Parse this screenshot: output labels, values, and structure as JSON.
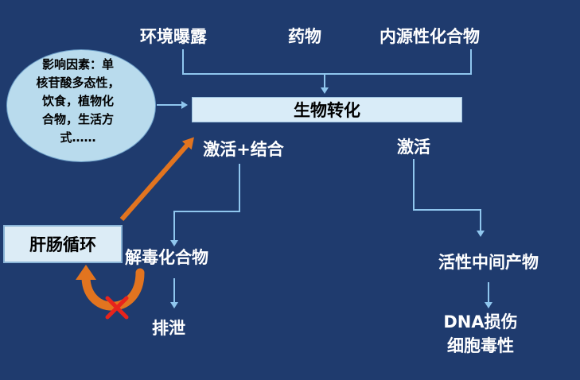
{
  "sources": [
    "环境曝露",
    "药物",
    "内源性化合物"
  ],
  "factors": [
    "影响因素：单",
    "核苷酸多态性，",
    "饮食，植物化",
    "合物，生活方",
    "式……"
  ],
  "process": "生物转化",
  "left_branch": "激活+结合",
  "right_branch": "激活",
  "cycle": "肝肠循环",
  "detox": "解毒化合物",
  "excretion": "排泄",
  "intermediate": "活性中间产物",
  "outcome": [
    "DNA损伤",
    "细胞毒性"
  ],
  "colors": {
    "background": "#1f3b6e",
    "line": "#8fc6ee",
    "arrow": "#e2741f",
    "blocked_mark": "#e8241c"
  }
}
